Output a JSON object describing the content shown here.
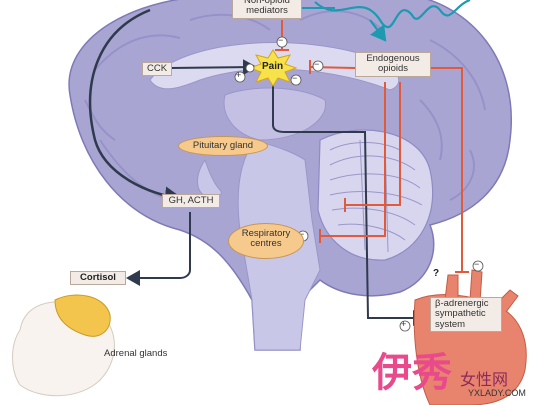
{
  "labels": {
    "non_opioid": "Non-opioid mediators",
    "cck": "CCK",
    "pain": "Pain",
    "endogenous": "Endogenous opioids",
    "pituitary": "Pituitary gland",
    "gh_acth": "GH, ACTH",
    "respiratory": "Respiratory centres",
    "cortisol": "Cortisol",
    "adrenal": "Adrenal glands",
    "beta": "β-adrenergic sympathetic system",
    "question": "?"
  },
  "signs": {
    "plus": "+",
    "minus": "−"
  },
  "watermark": {
    "brand": "伊秀",
    "site": "女性网",
    "url": "YXLADY.COM"
  },
  "colors": {
    "brain": "#a9a5d3",
    "brain_dark": "#7e7ab8",
    "brain_light": "#d8d6ee",
    "inhibit": "#e05a3c",
    "arrow": "#2f3a4d",
    "teal": "#1d9ab0",
    "oval": "#f6c98c",
    "box": "#f3ece6",
    "adrenal": "#f3c54d",
    "heart": "#e8846d"
  }
}
